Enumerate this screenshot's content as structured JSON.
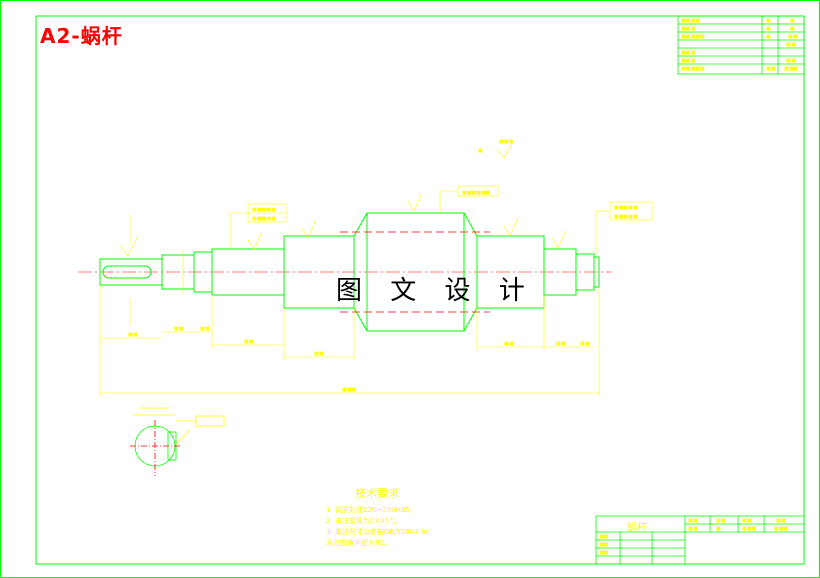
{
  "sheet": {
    "title": "A2-蜗杆"
  },
  "watermark": "图 文 设 计",
  "technical_requirements": {
    "title": "技术要求",
    "items": [
      "1. 调质处理220~250HBS；",
      "2. 未注倒角为2×45°；",
      "3. 未注尺寸公差按GB/T1804-m；",
      "   未注圆角半径为R2。"
    ]
  },
  "title_block": {
    "part_name": "蜗杆"
  },
  "colors": {
    "frame": "#00ff00",
    "outline": "#00ff00",
    "dimension": "#ffff00",
    "centerline": "#ff0000",
    "title": "#ff0000"
  }
}
